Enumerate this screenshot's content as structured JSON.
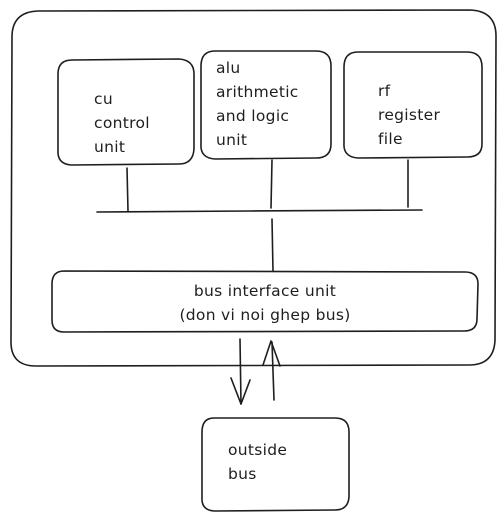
{
  "blocks": {
    "cu": {
      "lines": [
        "cu",
        "control",
        "unit"
      ]
    },
    "alu": {
      "lines": [
        "alu",
        "arithmetic",
        "and logic",
        "unit"
      ]
    },
    "rf": {
      "lines": [
        "rf",
        "register",
        "file"
      ]
    },
    "bus_interface": {
      "lines": [
        "bus interface unit",
        "(don vi noi ghep bus)"
      ]
    },
    "outside_bus": {
      "lines": [
        "outside",
        "bus"
      ]
    }
  }
}
